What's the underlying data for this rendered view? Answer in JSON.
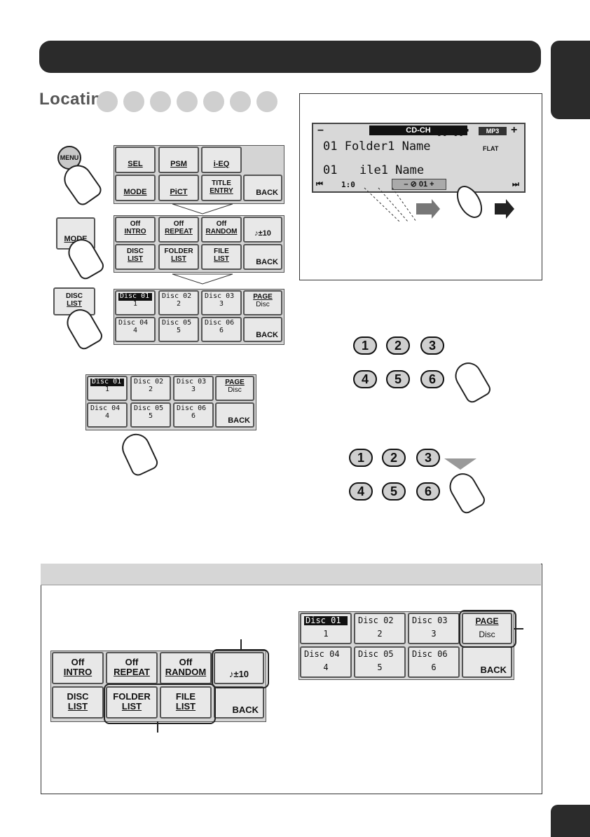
{
  "section": {
    "title": "Locating"
  },
  "menu_button": {
    "label": "MENU"
  },
  "mode_button": {
    "label": "MODE"
  },
  "disc_list_button": {
    "line1": "DISC",
    "line2": "LIST"
  },
  "menu_screen": {
    "row1": [
      "SEL",
      "PSM",
      "i-EQ"
    ],
    "row2": [
      "MODE",
      "PiCT",
      "TITLE",
      "ENTRY",
      "BACK"
    ]
  },
  "mode_screen": {
    "row1": [
      {
        "top": "Off",
        "bottom": "INTRO"
      },
      {
        "top": "Off",
        "bottom": "REPEAT"
      },
      {
        "top": "Off",
        "bottom": "RANDOM"
      },
      {
        "top": "",
        "bottom": "♪±10"
      }
    ],
    "row2": [
      {
        "top": "DISC",
        "bottom": "LIST"
      },
      {
        "top": "FOLDER",
        "bottom": "LIST"
      },
      {
        "top": "FILE",
        "bottom": "LIST"
      },
      {
        "top": "",
        "bottom": "BACK"
      }
    ]
  },
  "disc_screen": {
    "discs": [
      {
        "name": "Disc  01",
        "num": "1"
      },
      {
        "name": "Disc  02",
        "num": "2"
      },
      {
        "name": "Disc  03",
        "num": "3"
      },
      {
        "name": "Disc  04",
        "num": "4"
      },
      {
        "name": "Disc  05",
        "num": "5"
      },
      {
        "name": "Disc  06",
        "num": "6"
      }
    ],
    "page_label": "PAGE",
    "page_sub": "Disc",
    "back": "BACK"
  },
  "lcd": {
    "source": "CD-CH",
    "time": "00'00\"",
    "format": "MP3",
    "eq": "FLAT",
    "folder_line": "01 Folder1 Name",
    "file_num": "01",
    "file_line": "ile1 Name",
    "track_time": "1:0",
    "counter": "01",
    "minus": "–",
    "plus": "+"
  },
  "numpad": [
    "1",
    "2",
    "3",
    "4",
    "5",
    "6"
  ]
}
